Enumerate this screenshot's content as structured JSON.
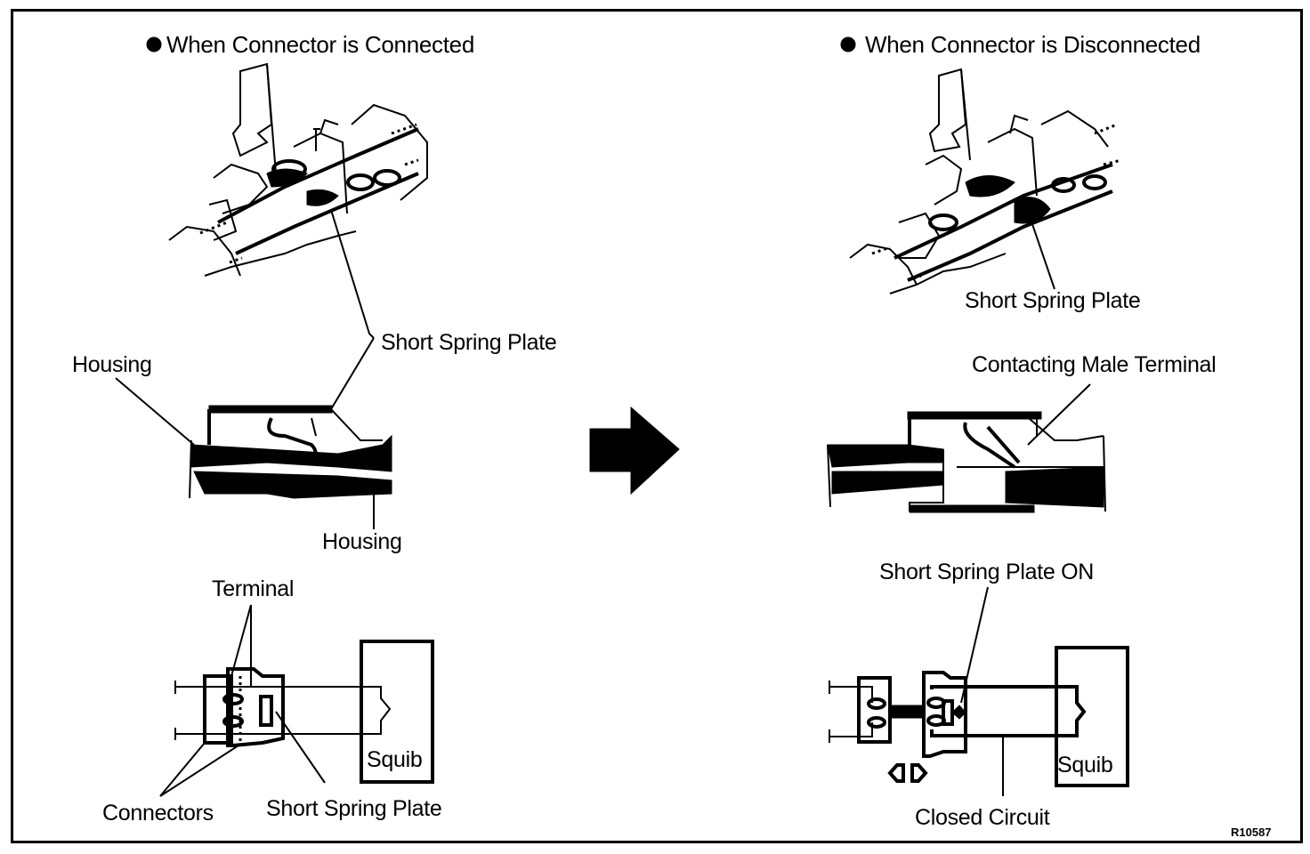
{
  "diagram": {
    "figure_code": "R10587",
    "left_panel": {
      "title": "When Connector is Connected",
      "labels": {
        "short_spring_plate_top": "Short Spring Plate",
        "housing_left": "Housing",
        "housing_bottom": "Housing",
        "terminal": "Terminal",
        "connectors": "Connectors",
        "short_spring_plate_bottom": "Short Spring Plate",
        "squib": "Squib"
      }
    },
    "transition_arrow": "arrow-right",
    "right_panel": {
      "title": "When Connector is Disconnected",
      "labels": {
        "short_spring_plate": "Short Spring Plate",
        "contacting_male_terminal": "Contacting Male Terminal",
        "short_spring_plate_on": "Short Spring Plate ON",
        "squib": "Squib",
        "closed_circuit": "Closed Circuit"
      }
    }
  }
}
